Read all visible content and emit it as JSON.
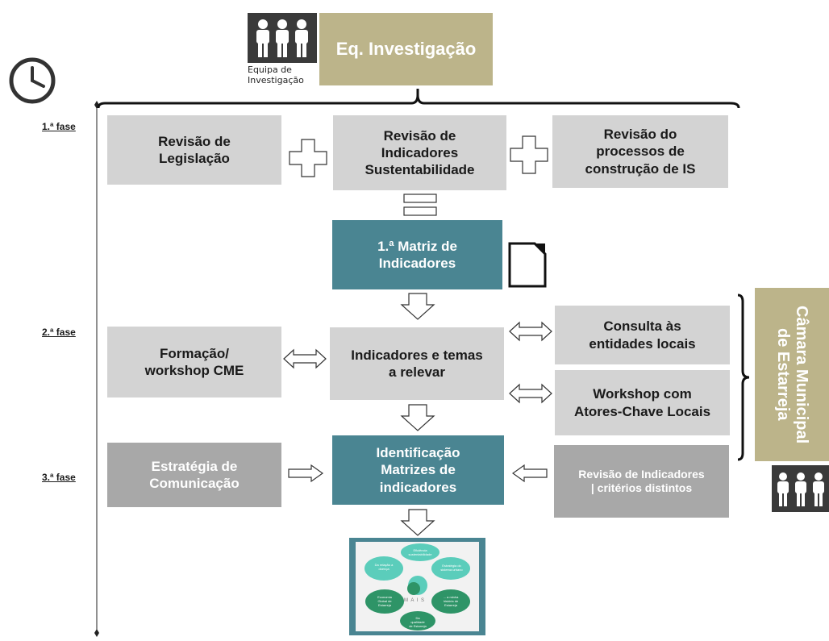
{
  "header": {
    "team_caption": "Equipa de\nInvestigação",
    "team_title": "Eq. Investigação"
  },
  "phases": [
    "1.ª fase",
    "2.ª fase",
    "3.ª fase"
  ],
  "boxes": {
    "revisao_legislacao": "Revisão de\nLegislação",
    "revisao_indicadores_sustentabilidade": "Revisão de\nIndicadores\nSustentabilidade",
    "revisao_processos": "Revisão do\nprocessos de\nconstrução de IS",
    "matriz_indicadores": "1.ª Matriz de\nIndicadores",
    "formacao_workshop": "Formação/\nworkshop  CME",
    "indicadores_temas": "Indicadores e temas\na relevar",
    "consulta_entidades": "Consulta às\nentidades locais",
    "workshop_atores": "Workshop com\nAtores-Chave Locais",
    "estrategia_comunicacao": "Estratégia de\nComunicação",
    "identificacao_matrizes": "Identificação\nMatrizes de\nindicadores",
    "revisao_criterios": "Revisão de Indicadores\n| critérios distintos"
  },
  "side_label": "Câmara Municipal\nde Estarreja",
  "thumbnail": {
    "brand": "M A I S",
    "petals": [
      "Eficiência\nsustentabilidade",
      "Da relação a doença",
      "Estratégia do\nsistema urbano",
      "Economia\nGlobal de\nEstarreja",
      "... a minha\nhistória de\nEstarreja",
      "Da\nqualidade\nde Estarreja"
    ]
  },
  "colors": {
    "light_box": "#d3d3d3",
    "mid_box": "#a8a8a8",
    "teal_box": "#4a8592",
    "tan_box": "#bcb48a",
    "icon_dark": "#3a3a3a"
  }
}
